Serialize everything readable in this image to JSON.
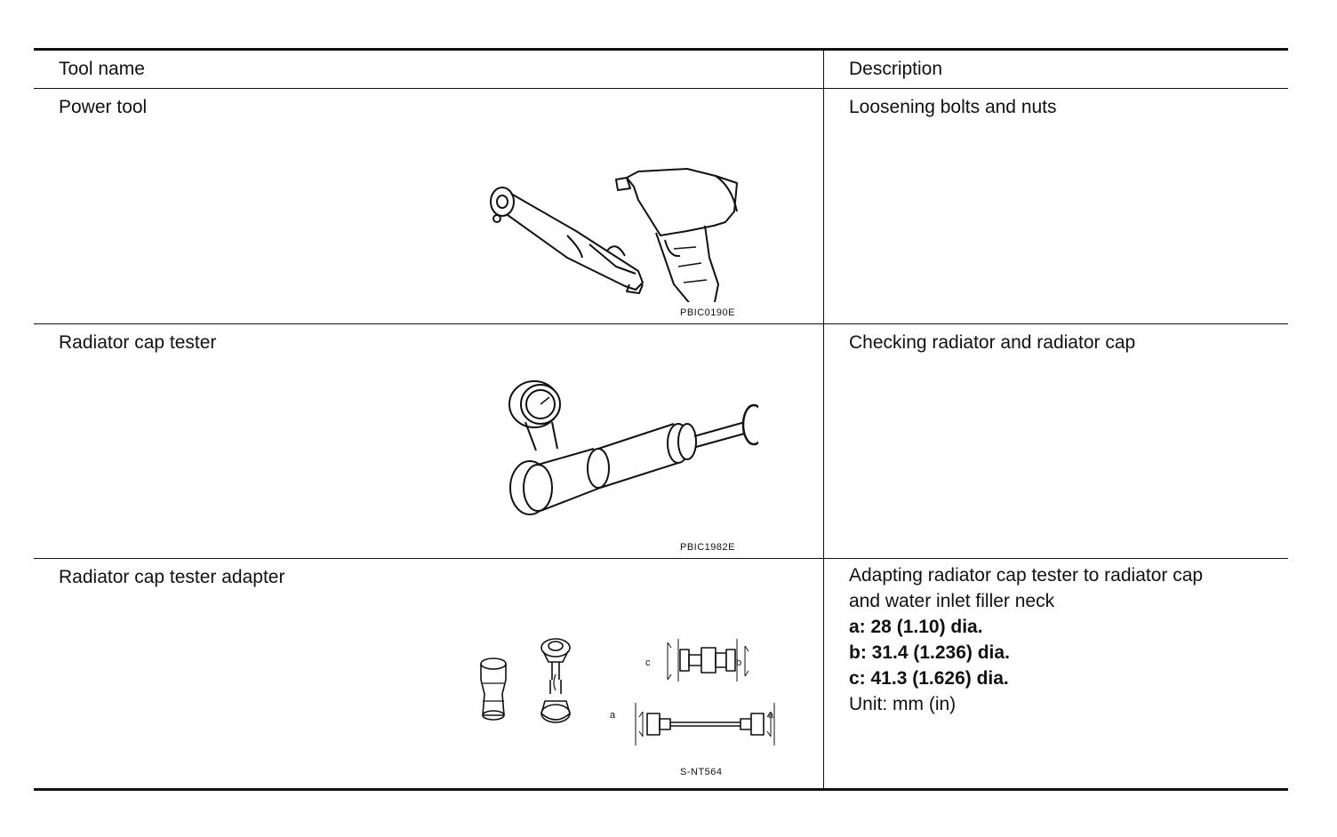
{
  "table": {
    "headers": {
      "tool_name": "Tool name",
      "description": "Description"
    },
    "rows": [
      {
        "tool_name": "Power tool",
        "description_lines": [
          "Loosening bolts and nuts"
        ],
        "figure_code": "PBIC0190E",
        "illustration_icon": "power-tools-illustration"
      },
      {
        "tool_name": "Radiator cap tester",
        "description_lines": [
          "Checking radiator and radiator cap"
        ],
        "figure_code": "PBIC1982E",
        "illustration_icon": "radiator-cap-tester-illustration"
      },
      {
        "tool_name": "Radiator cap tester adapter",
        "description_lines": [
          "Adapting radiator cap tester to radiator cap",
          "and water inlet filler neck"
        ],
        "specs": [
          "a: 28 (1.10) dia.",
          "b: 31.4 (1.236) dia.",
          "c: 41.3 (1.626) dia."
        ],
        "unit": "Unit: mm (in)",
        "figure_code": "S-NT564",
        "illustration_icon": "cap-tester-adapter-illustration",
        "dimension_labels": [
          "a",
          "b",
          "c"
        ]
      }
    ]
  }
}
